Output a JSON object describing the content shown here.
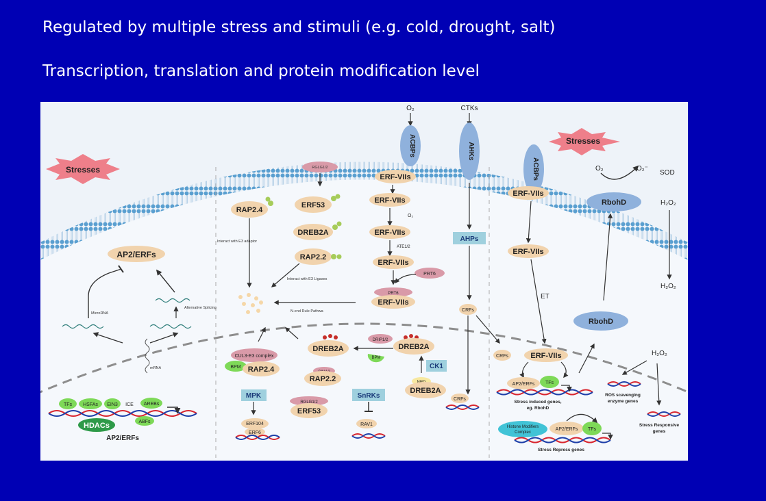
{
  "slide": {
    "line1": "Regulated by multiple stress and stimuli (e.g. cold, drought, salt)",
    "line2": "Transcription, translation and protein modification level"
  },
  "colors": {
    "background": "#0000b4",
    "text": "#ffffff",
    "figure_bg": "#eef3f9",
    "protein": "#f1d3ad",
    "receptor": "#8fb1dc",
    "kinase_box": "#9fd0de",
    "stress_burst": "#ee7f8a",
    "green_tf": "#7ed958",
    "dna_red": "#d8262f",
    "dna_blue": "#1e3fa8"
  },
  "figure": {
    "left": {
      "stresses": "Stresses",
      "ap2_erfs": "AP2/ERFs",
      "microrna": "MicroRNA",
      "alt_splicing": "Alternative Splicing",
      "mrna": "mRNA",
      "tfs": "TFs",
      "hsfas": "HSFAs",
      "ein3": "EIN3",
      "ice": "ICE",
      "arebs": "AREBs",
      "hdacs": "HDACs",
      "abfs": "ABFs",
      "ap2_erfs_bottom": "AP2/ERFs"
    },
    "middle": {
      "rglg": "RGLG1/2",
      "rap24": "RAP2.4",
      "erf53": "ERF53",
      "dreb2a": "DREB2A",
      "rap22": "RAP2.2",
      "interact_e3_adaptor": "Interact with E3 adaptor",
      "interact_e3_ligases": "Interact with E3 Ligases",
      "nend": "N-end Rule Pathwa",
      "cul3": "CUL3-E3 complex",
      "bpm": "BPM",
      "rap24_nuc": "RAP2.4",
      "mpk": "MPK",
      "erf104": "ERF104",
      "erf6": "ERF6",
      "dreb2a_n1": "DREB2A",
      "drip": "DRIP1/2",
      "bpm2": "BPM",
      "dreb2a_n2": "DREB2A",
      "sina2": "SINA2",
      "rap22_nuc": "RAP2.2",
      "ck1": "CK1",
      "nrd": "NRD",
      "dreb2a_n3": "DREB2A",
      "rglg_nuc": "RGLG1/2",
      "erf53_nuc": "ERF53",
      "snrks": "SnRKs",
      "rav1": "RAV1"
    },
    "column3": {
      "o2_top": "O₂",
      "acbps": "ACBPs",
      "erf1": "ERF-VIIs",
      "erf2": "ERF-VIIs",
      "o2_mid": "O₂",
      "erf3": "ERF-VIIs",
      "ate": "ATE1/2",
      "erf4": "ERF-VIIs",
      "prt6": "PRT6",
      "prt6_small": "PRT6",
      "erf5": "ERF-VIIs"
    },
    "column4": {
      "ctks": "CTKs",
      "ahks": "AHKs",
      "ahps": "AHPs",
      "crfs": "CRFs",
      "crfs_nuc": "CRFs"
    },
    "right": {
      "stresses": "Stresses",
      "acbps": "ACBPs",
      "erf_a": "ERF-VIIs",
      "erf_b": "ERF-VIIs",
      "o2": "O₂",
      "o2_rad": "O₂⁻",
      "sod": "SOD",
      "rbohd_mem": "RbohD",
      "h2o2_a": "H₂O₂",
      "h2o2_b": "H₂O₂",
      "et": "ET",
      "rbohd_cyto": "RbohD",
      "crfs": "CRFs",
      "erf_c": "ERF-VIIs",
      "h2o2_c": "H₂O₂",
      "ap2_erfs": "AP2/ERFs",
      "tfs": "TFs",
      "stress_induced": "Stress induced genes,",
      "stress_induced2": "eg. RbohD",
      "ros": "ROS scavenging",
      "ros2": "enzyme genes",
      "stress_resp": "Stress Responsive",
      "stress_resp2": "genes",
      "histone": "Histone Modifiers",
      "complex": "Complex",
      "ap2_erfs_b": "AP2/ERFs",
      "tfs_b": "TFs",
      "stress_repress": "Stress Repress genes"
    }
  }
}
